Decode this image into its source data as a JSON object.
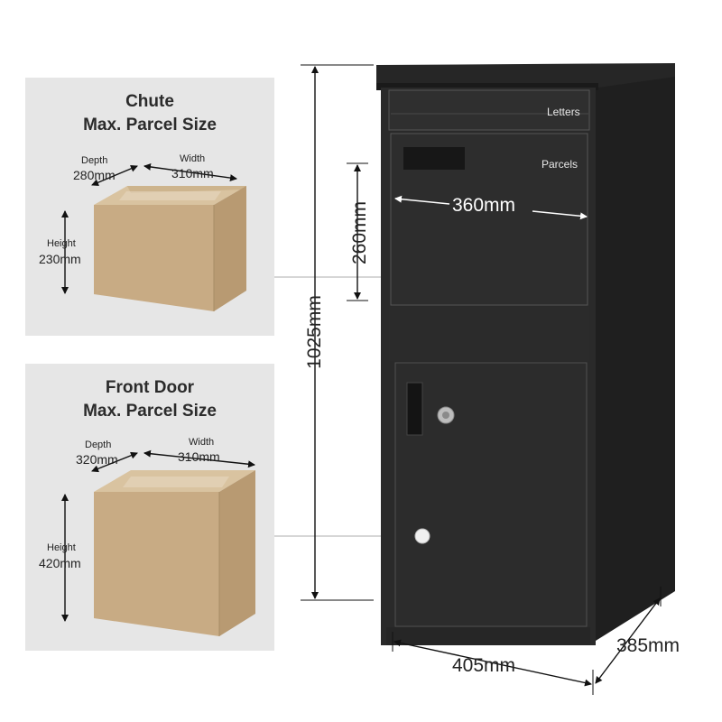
{
  "chute": {
    "title_line1": "Chute",
    "title_line2": "Max. Parcel Size",
    "depth_label": "Depth",
    "depth_value": "280mm",
    "width_label": "Width",
    "width_value": "310mm",
    "height_label": "Height",
    "height_value": "230mm"
  },
  "front_door": {
    "title_line1": "Front Door",
    "title_line2": "Max. Parcel Size",
    "depth_label": "Depth",
    "depth_value": "320mm",
    "width_label": "Width",
    "width_value": "310mm",
    "height_label": "Height",
    "height_value": "420mm"
  },
  "mailbox": {
    "letters_label": "Letters",
    "parcels_label": "Parcels",
    "slot_width": "360mm",
    "slot_height": "260mm",
    "total_height": "1025mm",
    "width": "405mm",
    "depth": "385mm",
    "body_color": "#2a2a2a",
    "panel_color": "#e6e6e6",
    "box_color": "#c9b08a"
  }
}
